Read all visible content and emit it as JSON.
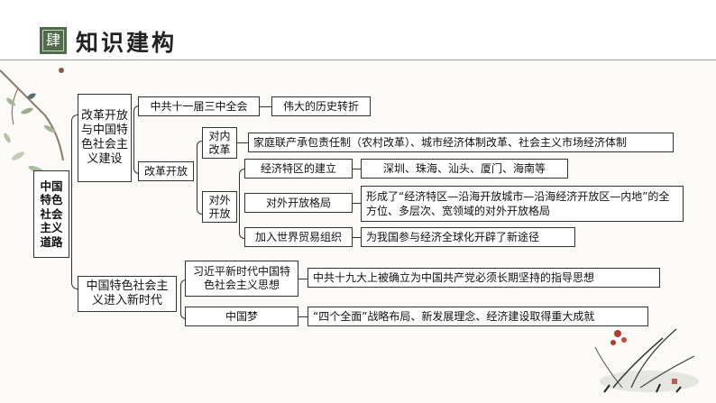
{
  "header": {
    "badge": "肆",
    "title": "知识建构"
  },
  "root": "中国特色社会主义道路",
  "branch1": {
    "label": "改革开放与中国特色社会主义建设",
    "c1": "中共十一届三中全会",
    "c1_result": "伟大的历史转折",
    "c2": "改革开放",
    "internal": {
      "label": "对内改革",
      "content": "家庭联产承包责任制（农村改革）、城市经济体制改革、社会主义市场经济体制"
    },
    "external": {
      "label": "对外开放",
      "items": [
        {
          "label": "经济特区的建立",
          "content": "深圳、珠海、汕头、厦门、海南等"
        },
        {
          "label": "对外开放格局",
          "content": "形成了“经济特区—沿海开放城市—沿海经济开放区—内地”的全方位、多层次、宽领域的对外开放格局"
        },
        {
          "label": "加入世界贸易组织",
          "content": "为我国参与经济全球化开辟了新途径"
        }
      ]
    }
  },
  "branch2": {
    "label": "中国特色社会主义进入新时代",
    "items": [
      {
        "label": "习近平新时代中国特色社会主义思想",
        "content": "中共十九大上被确立为中国共产党必须长期坚持的指导思想"
      },
      {
        "label": "中国梦",
        "content": "“四个全面”战略布局、新发展理念、经济建设取得重大成就"
      }
    ]
  }
}
